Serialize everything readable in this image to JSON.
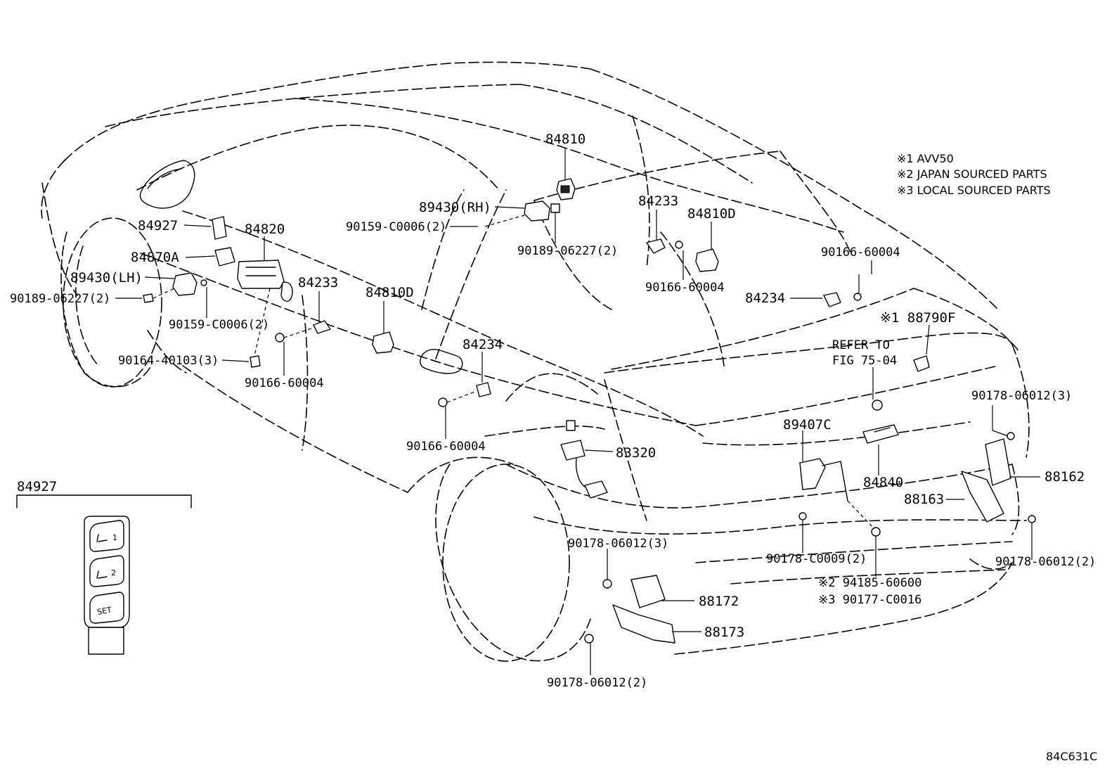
{
  "notes": [
    "※1 AVV50",
    "※2 JAPAN SOURCED PARTS",
    "※3 LOCAL SOURCED PARTS"
  ],
  "figure_code": "84C631C",
  "refer": [
    "REFER TO",
    "FIG 75-04"
  ],
  "inset": {
    "title": "84927",
    "buttons": [
      "1",
      "2",
      "SET"
    ]
  },
  "labels": {
    "p84810": "84810",
    "p89430rh": "89430(RH)",
    "p84233_top": "84233",
    "p84810d_top": "84810D",
    "p84927": "84927",
    "p84820": "84820",
    "p90159_top": "90159-C0006(2)",
    "p90189_top": "90189-06227(2)",
    "p84870a": "84870A",
    "p89430lh": "89430(LH)",
    "p90189_left": "90189-06227(2)",
    "p90159_left": "90159-C0006(2)",
    "p84233_mid": "84233",
    "p90166_top": "90166-60004",
    "p84810d_mid": "84810D",
    "p90166_right": "90166-60004",
    "p84234_right": "84234",
    "p88790f": "※1 88790F",
    "p90164": "90164-40103(3)",
    "p90166_left": "90166-60004",
    "p84234_mid": "84234",
    "p90166_center": "90166-60004",
    "p83320": "83320",
    "p89407c": "89407C",
    "p84840": "84840",
    "p90178_tr": "90178-06012(3)",
    "p88162": "88162",
    "p88163": "88163",
    "p90178_c": "90178-06012(3)",
    "p90178_c0009": "90178-C0009(2)",
    "p90178_br": "90178-06012(2)",
    "p94185": "※2 94185-60600",
    "p90177": "※3 90177-C0016",
    "p88172": "88172",
    "p88173": "88173",
    "p90178_bottom": "90178-06012(2)"
  }
}
